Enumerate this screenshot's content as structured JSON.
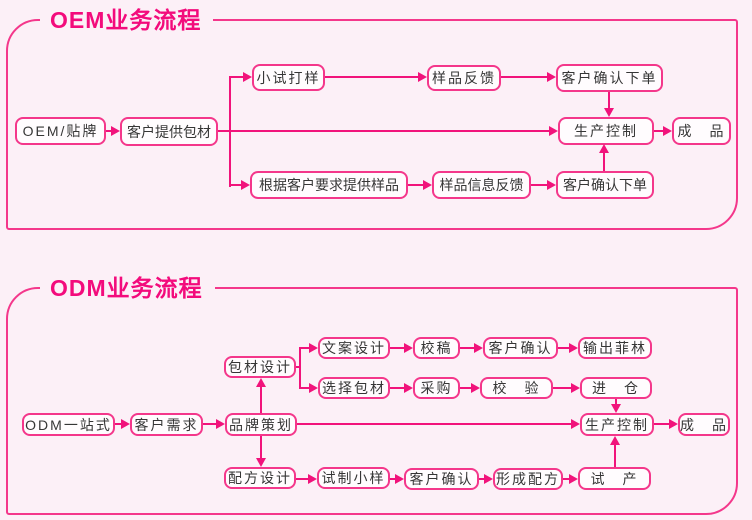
{
  "page": {
    "background": "#fcf0f7",
    "accent_line": "#f1137b",
    "node_border": "#f4378b",
    "node_fill": "#fffcfe",
    "node_text_color": "#363636",
    "title_color": "#f30b7c"
  },
  "oem": {
    "title": "OEM业务流程",
    "nodes": [
      {
        "label": "OEM/贴牌"
      },
      {
        "label": "客户提供包材"
      },
      {
        "label": "小试打样"
      },
      {
        "label": "样品反馈"
      },
      {
        "label": "客户确认下单"
      },
      {
        "label": "生产控制"
      },
      {
        "label": "成　品"
      },
      {
        "label": "根据客户要求提供样品"
      },
      {
        "label": "样品信息反馈"
      },
      {
        "label": "客户确认下单"
      }
    ]
  },
  "odm": {
    "title": "ODM业务流程",
    "nodes": [
      {
        "label": "ODM一站式"
      },
      {
        "label": "客户需求"
      },
      {
        "label": "品牌策划"
      },
      {
        "label": "包材设计"
      },
      {
        "label": "文案设计"
      },
      {
        "label": "校稿"
      },
      {
        "label": "客户确认"
      },
      {
        "label": "输出菲林"
      },
      {
        "label": "选择包材"
      },
      {
        "label": "采购"
      },
      {
        "label": "校　验"
      },
      {
        "label": "进　仓"
      },
      {
        "label": "生产控制"
      },
      {
        "label": "成　品"
      },
      {
        "label": "配方设计"
      },
      {
        "label": "试制小样"
      },
      {
        "label": "客户确认"
      },
      {
        "label": "形成配方"
      },
      {
        "label": "试　产"
      }
    ]
  }
}
